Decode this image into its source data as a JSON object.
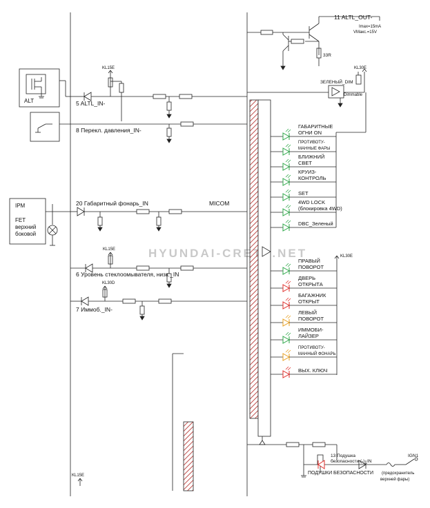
{
  "labels": {
    "altl_out": "11 ALTL_OUT-",
    "imax": "Imax=15mA",
    "vmax": "VМакс.=15V",
    "r33": "33R",
    "kl30e_top": "KL30E",
    "zeleny_dim": "ЗЕЛЕНЫЙ_DIM",
    "dimmable": "Dimmable",
    "kl15e_1": "KL15E",
    "alt": "ALT",
    "altl_in": "5 ALTL_IN-",
    "pressure_in": "8 Перекл. давления_IN-",
    "ipm": "IPM",
    "fet1": "FET",
    "fet2": "верхний",
    "fet3": "боковой",
    "tail_in": "20 Габаритный фонарь_IN",
    "micom": "MICOM",
    "kl15e_2": "KL15E",
    "washer_in": "6 Уровень стеклоомывателя, низк._IN",
    "kl30d": "KL30D",
    "immo_in": "7 Иммоб._IN-",
    "kl30e_mid": "KL30E",
    "airbag_in_1": "13 Подушка",
    "airbag_in_2": "безопасности (-)_IN",
    "airbag_lamp": "ПОДУШКИ БЕЗОПАСНОСТИ",
    "ign1": "IGN1",
    "fuse_1": "(предохранитель",
    "fuse_2": "верхней фары)",
    "kl15e_bottom": "KL15E",
    "watermark": "HYUNDAI-CRETA.NET"
  },
  "indicators_top": [
    {
      "l1": "ГАБАРИТНЫЕ",
      "l2": "ОГНИ ON",
      "small": false,
      "color": "#2fa84a"
    },
    {
      "l1": "ПРОТИВОТУ-",
      "l2": "МАННЫЕ ФАРЫ",
      "small": true,
      "color": "#2fa84a"
    },
    {
      "l1": "БЛИЖНИЙ",
      "l2": "СВЕТ",
      "small": false,
      "color": "#2fa84a"
    },
    {
      "l1": "КРУИЗ-",
      "l2": "КОНТРОЛЬ",
      "small": false,
      "color": "#2fa84a"
    },
    {
      "l1": "SET",
      "l2": "",
      "small": false,
      "color": "#2fa84a"
    },
    {
      "l1": "4WD LOCK",
      "l2": "(блокировка 4WD)",
      "small": false,
      "color": "#2fa84a"
    },
    {
      "l1": "DBC_Зеленый",
      "l2": "",
      "small": false,
      "color": "#2fa84a"
    }
  ],
  "indicators_bottom": [
    {
      "l1": "ПРАВЫЙ",
      "l2": "ПОВОРОТ",
      "small": false,
      "color": "#2fa84a"
    },
    {
      "l1": "ДВЕРЬ",
      "l2": "ОТКРЫТА",
      "small": false,
      "color": "#e0302c"
    },
    {
      "l1": "БАГАЖНИК",
      "l2": "ОТКРЫТ",
      "small": false,
      "color": "#e0302c"
    },
    {
      "l1": "ЛЕВЫЙ",
      "l2": "ПОВОРОТ",
      "small": false,
      "color": "#e8a020"
    },
    {
      "l1": "ИММОБИ-",
      "l2": "ЛАЙЗЕР",
      "small": false,
      "color": "#2fa84a"
    },
    {
      "l1": "ПРОТИВОТУ-",
      "l2": "МАННЫЙ ФОНАРЬ",
      "small": true,
      "color": "#e8a020"
    },
    {
      "l1": "ВЫХ. КЛЮЧ",
      "l2": "",
      "small": false,
      "color": "#e0302c"
    }
  ],
  "colors": {
    "line": "#222222",
    "hatch": "#c0504d",
    "led_red": "#e0302c"
  }
}
